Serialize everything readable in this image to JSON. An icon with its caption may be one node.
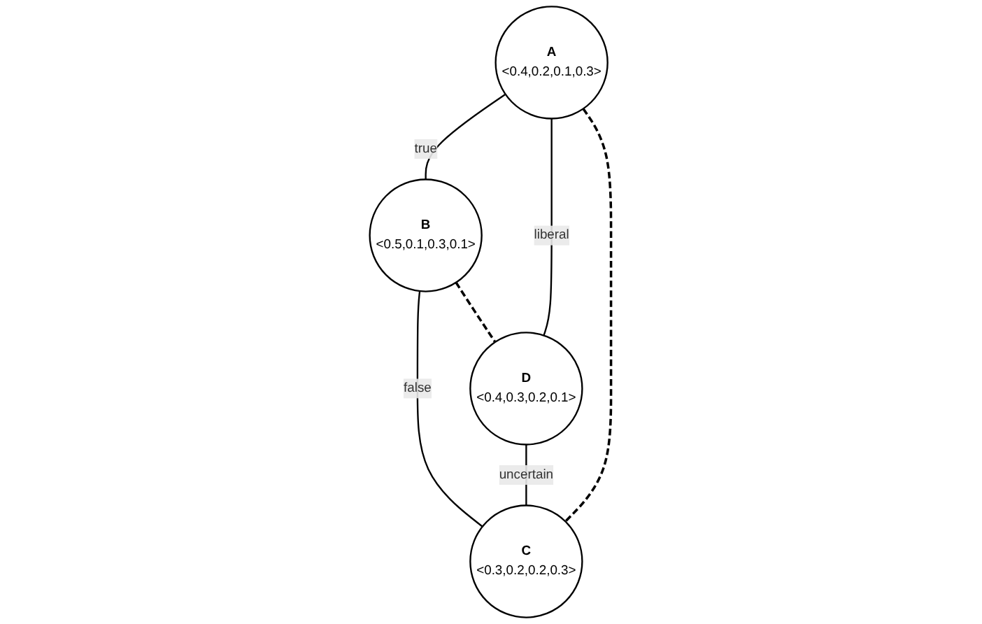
{
  "diagram": {
    "nodes": [
      {
        "text": [
          "A",
          "<0.4,0.2,0.1,0.3>"
        ]
      },
      {
        "text": [
          "B",
          "<0.5,0.1,0.3,0.1>"
        ]
      },
      {
        "text": [
          "D",
          "<0.4,0.3,0.2,0.1>"
        ]
      },
      {
        "text": [
          "C",
          "<0.3,0.2,0.2,0.3>"
        ]
      }
    ],
    "edges": [
      {
        "from": 0,
        "to": 1,
        "arrow": "none",
        "label": "true"
      },
      {
        "from": 0,
        "to": 2,
        "arrow": "none",
        "label": "liberal"
      },
      {
        "from": 1,
        "to": 3,
        "arrow": "none",
        "label": "false"
      },
      {
        "from": 2,
        "to": 3,
        "arrow": "none",
        "label": "uncertain"
      },
      {
        "from": 0,
        "to": 3,
        "arrow": "none",
        "style": "dashed"
      },
      {
        "from": 1,
        "to": 2,
        "arrow": "none",
        "style": "dashed"
      }
    ]
  }
}
